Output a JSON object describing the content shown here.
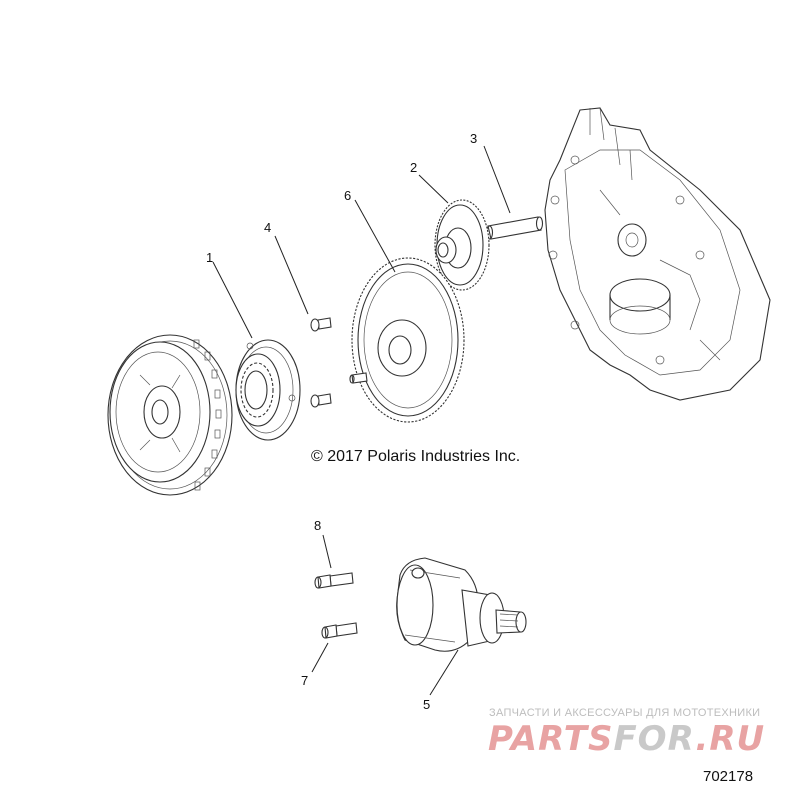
{
  "diagram": {
    "callouts": [
      {
        "id": "1",
        "label": "1"
      },
      {
        "id": "2",
        "label": "2"
      },
      {
        "id": "3",
        "label": "3"
      },
      {
        "id": "4",
        "label": "4"
      },
      {
        "id": "5",
        "label": "5"
      },
      {
        "id": "6",
        "label": "6"
      },
      {
        "id": "7",
        "label": "7"
      },
      {
        "id": "8",
        "label": "8"
      }
    ],
    "copyright": "© 2017 Polaris Industries Inc.",
    "document_number": "702178"
  },
  "watermark": {
    "tagline": "ЗАПЧАСТИ И АКСЕССУАРЫ ДЛЯ МОТОТЕХНИКИ",
    "brand_part1": "PARTS",
    "brand_part2": "FOR",
    "brand_part3": ".RU",
    "brand_color": "#e8a3a3",
    "brand_accent": "#c9c9c9"
  }
}
